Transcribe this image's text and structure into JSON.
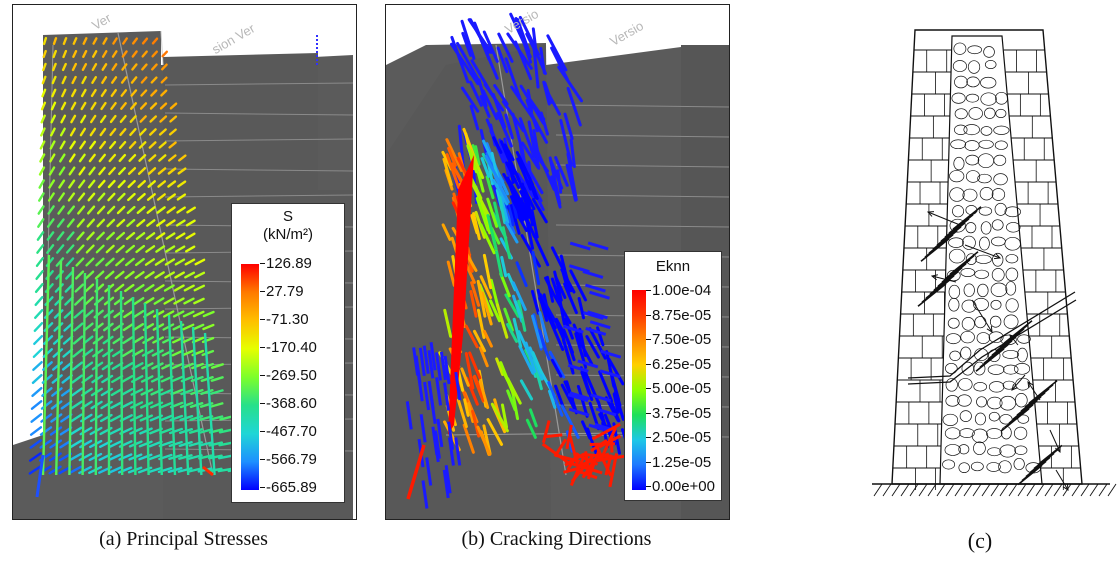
{
  "panel_a": {
    "caption": "(a) Principal Stresses",
    "watermark": [
      "Ver",
      "sion Ver"
    ],
    "legend": {
      "title_line1": "S",
      "title_line2": "(kN/m²)",
      "ticks": [
        "126.89",
        "27.79",
        "-71.30",
        "-170.40",
        "-269.50",
        "-368.60",
        "-467.70",
        "-566.79",
        "-665.89"
      ],
      "colors": [
        "#ff0000",
        "#ff7a00",
        "#ffbf00",
        "#e6ff00",
        "#7dff2a",
        "#27e08a",
        "#1fd6d6",
        "#1e90ff",
        "#0000ff"
      ]
    }
  },
  "panel_b": {
    "caption": "(b) Cracking Directions",
    "watermark": [
      "Versio",
      "Versio"
    ],
    "legend": {
      "title": "Eknn",
      "ticks": [
        "1.00e-04",
        "8.75e-05",
        "7.50e-05",
        "6.25e-05",
        "5.00e-05",
        "3.75e-05",
        "2.50e-05",
        "1.25e-05",
        "0.00e+00"
      ],
      "colors": [
        "#ff0000",
        "#ff3b00",
        "#ff8a00",
        "#ffd000",
        "#8cff00",
        "#1ee05a",
        "#1ec8e6",
        "#1e78ff",
        "#0000ff"
      ]
    }
  },
  "panel_c": {
    "caption": "(c)"
  }
}
